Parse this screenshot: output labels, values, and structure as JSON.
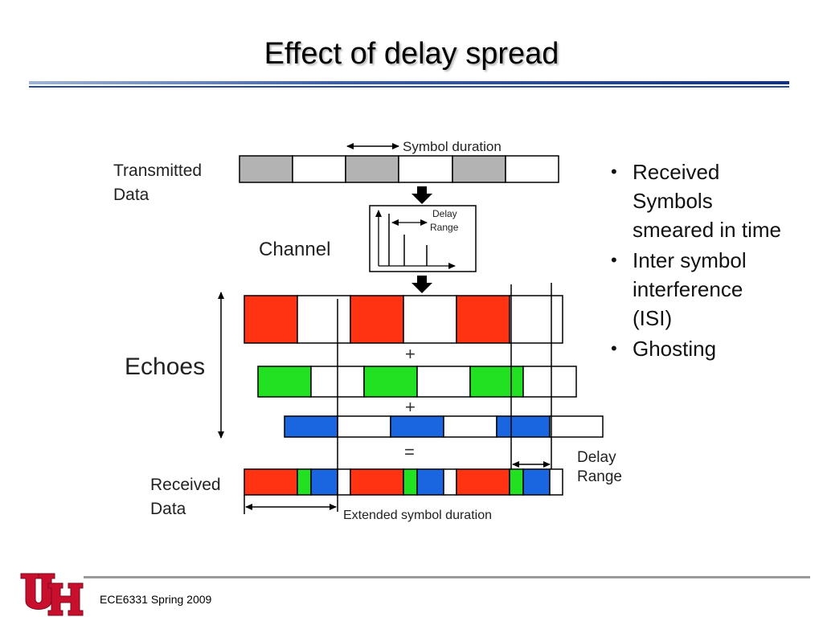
{
  "slide": {
    "title": "Effect of delay spread",
    "footer": "ECE6331 Spring 2009"
  },
  "colors": {
    "title_rule": "#1f3f8f",
    "symbol_gray": "#b3b3b3",
    "echo_red": "#ff3311",
    "echo_green": "#22e022",
    "echo_blue": "#1a66e0",
    "logo_red": "#c8102e"
  },
  "diagram": {
    "symbol_duration_label": "Symbol duration",
    "transmitted_label": [
      "Transmitted",
      "Data"
    ],
    "channel_label": "Channel",
    "delay_range_inset": [
      "Delay",
      "Range"
    ],
    "echoes_label": "Echoes",
    "plus_1": "+",
    "plus_2": "+",
    "equals": "=",
    "received_label": [
      "Received",
      "Data"
    ],
    "delay_range_label": [
      "Delay",
      "Range"
    ],
    "extended_label": "Extended symbol duration"
  },
  "bullets": [
    "Received Symbols smeared in time",
    "Inter symbol interference (ISI)",
    "Ghosting"
  ],
  "icons": {
    "logo": "university-of-houston-uh-logo",
    "arrows": "down-arrow-icon",
    "bullet": "bullet-dot"
  }
}
